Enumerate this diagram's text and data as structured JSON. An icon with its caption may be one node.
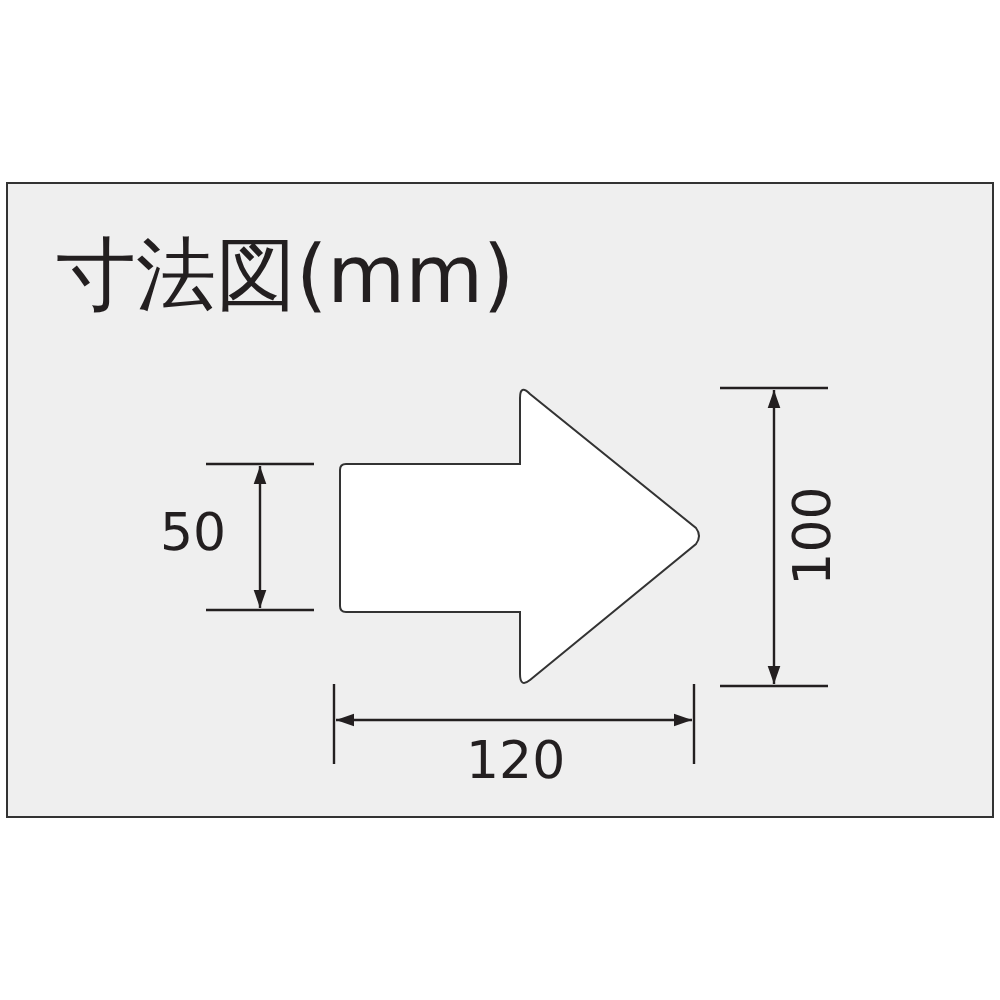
{
  "diagram": {
    "title": "寸法図(mm)",
    "labels": [
      "50",
      "100",
      "120"
    ]
  }
}
